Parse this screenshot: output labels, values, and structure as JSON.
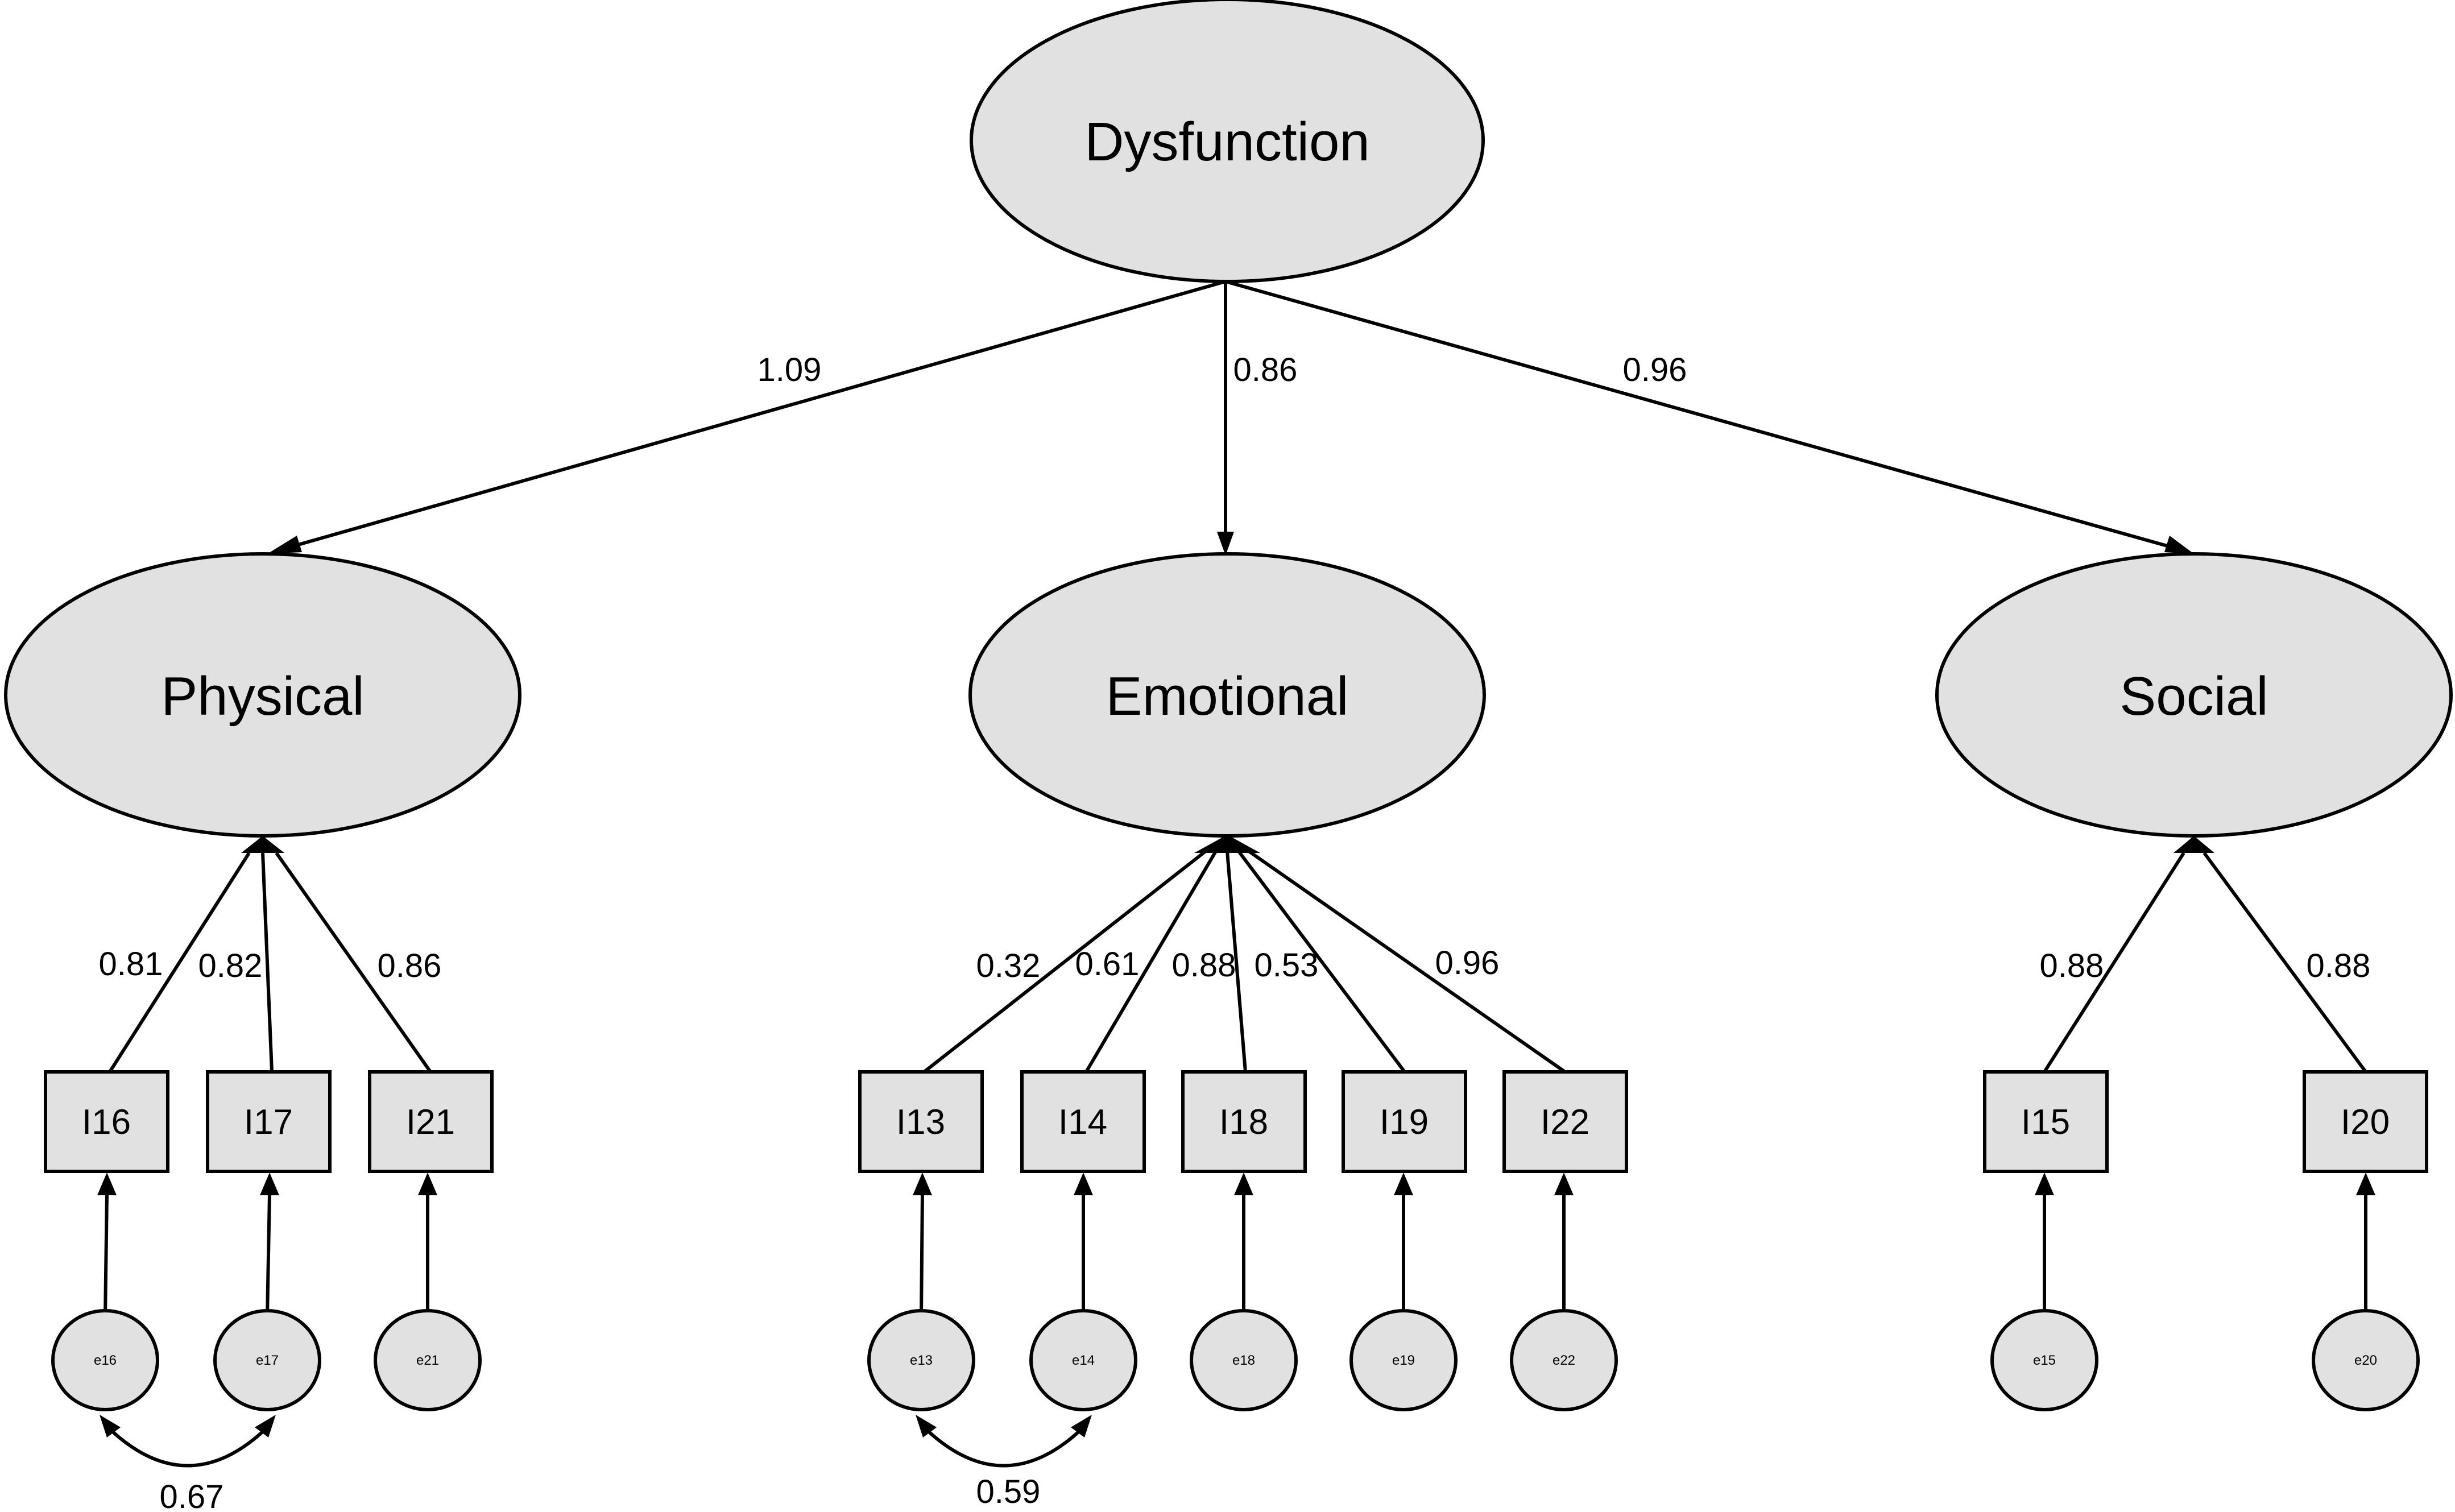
{
  "latent": {
    "dysfunction": "Dysfunction",
    "physical": "Physical",
    "emotional": "Emotional",
    "social": "Social"
  },
  "indicators": {
    "i16": "I16",
    "i17": "I17",
    "i21": "I21",
    "i13": "I13",
    "i14": "I14",
    "i18": "I18",
    "i19": "I19",
    "i22": "I22",
    "i15": "I15",
    "i20": "I20"
  },
  "errors": {
    "e16": "e16",
    "e17": "e17",
    "e21": "e21",
    "e13": "e13",
    "e14": "e14",
    "e18": "e18",
    "e19": "e19",
    "e22": "e22",
    "e15": "e15",
    "e20": "e20"
  },
  "paths": {
    "dys_physical": "1.09",
    "dys_emotional": "0.86",
    "dys_social": "0.96",
    "i16": "0.81",
    "i17": "0.82",
    "i21": "0.86",
    "i13": "0.32",
    "i14": "0.61",
    "i18": "0.88",
    "i19": "0.53",
    "i22": "0.96",
    "i15": "0.88",
    "i20": "0.88"
  },
  "covariances": {
    "e16_e17": "0.67",
    "e13_e14": "0.59"
  },
  "colors": {
    "node_fill": "#e1e1e1",
    "stroke": "#000000",
    "background": "#ffffff"
  }
}
